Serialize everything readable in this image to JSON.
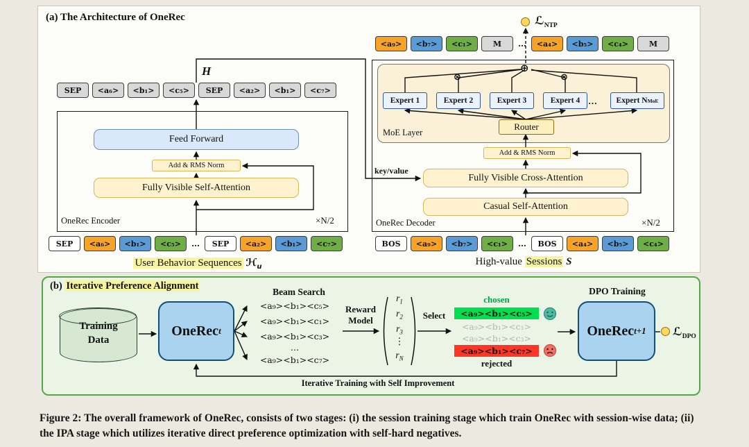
{
  "panel_a": {
    "title": "(a) The Architecture of OneRec",
    "encoder": {
      "h_label": "H",
      "top_tokens": [
        {
          "label": "SEP",
          "type": "gray"
        },
        {
          "label": "<a₆>",
          "type": "gray"
        },
        {
          "label": "<b₁>",
          "type": "gray"
        },
        {
          "label": "<c₅>",
          "type": "gray"
        },
        {
          "label": "SEP",
          "type": "gray"
        },
        {
          "label": "<a₂>",
          "type": "gray"
        },
        {
          "label": "<b₁>",
          "type": "gray"
        },
        {
          "label": "<c₇>",
          "type": "gray"
        }
      ],
      "feed_forward": "Feed Forward",
      "add_rms": "Add & RMS Norm",
      "self_attn": "Fully Visible Self-Attention",
      "name": "OneRec Encoder",
      "repeat": "×N/2",
      "input_tokens": [
        {
          "label": "SEP",
          "type": "white"
        },
        {
          "label": "<a₆>",
          "type": "orange"
        },
        {
          "label": "<b₁>",
          "type": "blue"
        },
        {
          "label": "<c₅>",
          "type": "green"
        },
        {
          "label": "…",
          "type": "dots"
        },
        {
          "label": "SEP",
          "type": "white"
        },
        {
          "label": "<a₂>",
          "type": "orange"
        },
        {
          "label": "<b₁>",
          "type": "blue"
        },
        {
          "label": "<c₇>",
          "type": "green"
        }
      ],
      "caption_highlight": "User Behavior Sequences",
      "caption_math_main": "ℋ",
      "caption_math_sub": "u"
    },
    "decoder": {
      "loss_main": "ℒ",
      "loss_sub": "NTP",
      "output_tokens": [
        {
          "label": "<a₉>",
          "type": "orange"
        },
        {
          "label": "<b₇>",
          "type": "blue"
        },
        {
          "label": "<c₁>",
          "type": "green"
        },
        {
          "label": "M",
          "type": "gray"
        },
        {
          "label": "…",
          "type": "dots"
        },
        {
          "label": "<a₄>",
          "type": "orange"
        },
        {
          "label": "<b₅>",
          "type": "blue"
        },
        {
          "label": "<c₄>",
          "type": "green"
        },
        {
          "label": "M",
          "type": "gray"
        }
      ],
      "moe_label": "MoE Layer",
      "experts": [
        "Expert 1",
        "Expert 2",
        "Expert 3",
        "Expert 4"
      ],
      "expert_n_main": "Expert N",
      "expert_n_sub": "MoE",
      "experts_dots": "…",
      "router": "Router",
      "otimes": "⊗",
      "oplus": "⊕",
      "add_rms": "Add & RMS Norm",
      "cross_attn": "Fully Visible Cross-Attention",
      "self_attn": "Casual Self-Attention",
      "key_value": "key/value",
      "name": "OneRec Decoder",
      "repeat": "×N/2",
      "input_tokens": [
        {
          "label": "BOS",
          "type": "white"
        },
        {
          "label": "<a₉>",
          "type": "orange"
        },
        {
          "label": "<b₇>",
          "type": "blue"
        },
        {
          "label": "<c₁>",
          "type": "green"
        },
        {
          "label": "…",
          "type": "dots"
        },
        {
          "label": "BOS",
          "type": "white"
        },
        {
          "label": "<a₄>",
          "type": "orange"
        },
        {
          "label": "<b₅>",
          "type": "blue"
        },
        {
          "label": "<c₄>",
          "type": "green"
        }
      ],
      "caption_pre": "High-value ",
      "caption_highlight": "Sessions",
      "caption_math": "S"
    }
  },
  "panel_b": {
    "title_prefix": "(b) ",
    "title_highlight": "Iterative Preference Alignment",
    "training_data_line1": "Training",
    "training_data_line2": "Data",
    "onerec_t_main": "OneRec",
    "onerec_t_sub": "t",
    "beam_title": "Beam Search",
    "beam_items": [
      "<a₉><b₁><c₅>",
      "<a₉><b₁><c₁>",
      "<a₉><b₁><c₃>",
      "…",
      "<a₉><b₁><c₇>"
    ],
    "reward_line1": "Reward",
    "reward_line2": "Model",
    "rewards": [
      {
        "m": "r",
        "s": "1"
      },
      {
        "m": "r",
        "s": "2"
      },
      {
        "m": "r",
        "s": "3"
      },
      {
        "m": "⋮",
        "s": ""
      },
      {
        "m": "r",
        "s": "N"
      }
    ],
    "select": "Select",
    "chosen_label": "chosen",
    "chosen_item": "<a₉><b₁><c₅>",
    "gray_items": [
      "<a₉><b₁><c₁>",
      "<a₉><b₁><c₃>"
    ],
    "rejected_item": "<a₉><b₁><c₇>",
    "rejected_label": "rejected",
    "dpo_title": "DPO Training",
    "onerec_t1_main": "OneRec",
    "onerec_t1_sub": "t+1",
    "loss_main": "ℒ",
    "loss_sub": "DPO",
    "feedback_label": "Iterative Training with Self Improvement"
  },
  "figure_caption": "Figure 2: The overall framework of OneRec, consists of two stages: (i) the session training stage which train OneRec with session-wise data; (ii) the IPA stage which utilizes iterative direct preference optimization with self-hard negatives."
}
